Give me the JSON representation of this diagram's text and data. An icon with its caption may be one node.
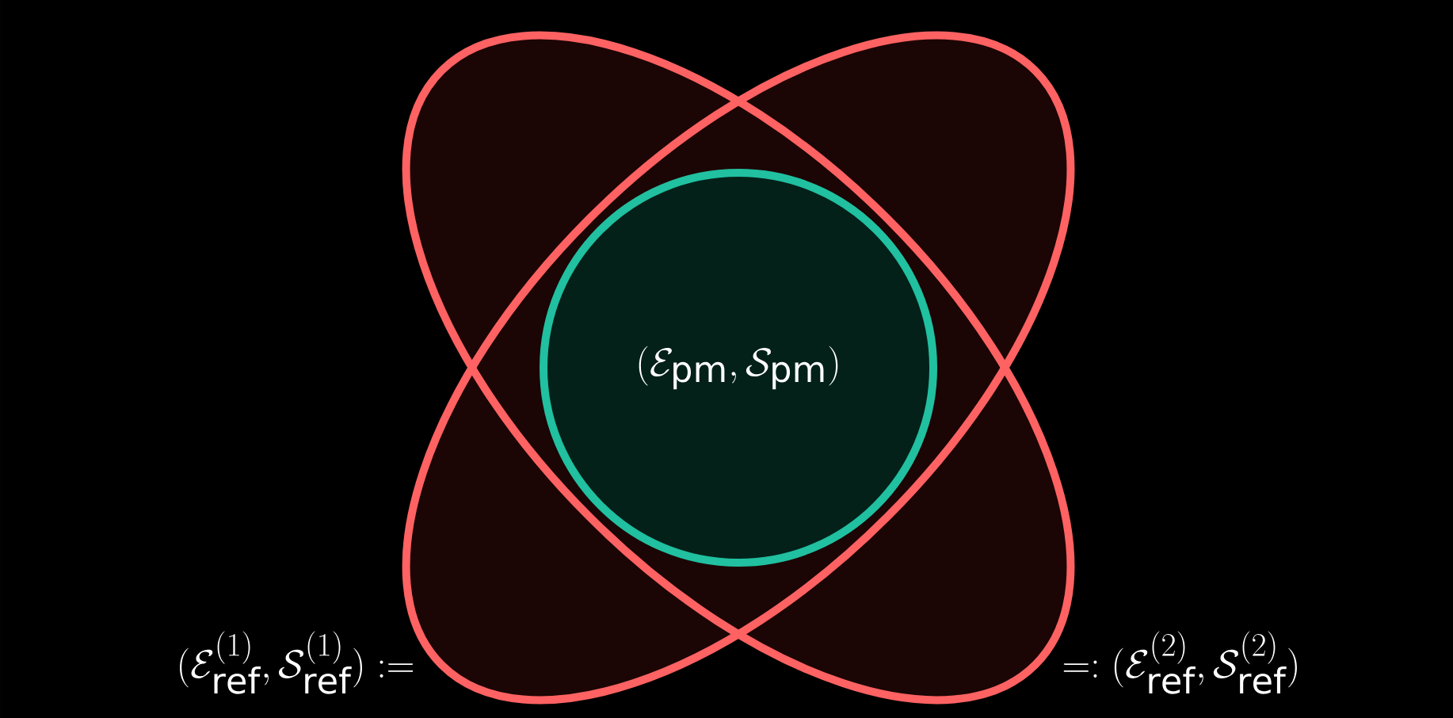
{
  "diagram": {
    "nodes": [
      {
        "text": [],
        "shape": "ellipse",
        "beside": [
          "(\\mathcal{E}_{\\mathrm{ref}}^{(1)}, \\mathcal{S}_{\\mathrm{ref}}^{(1)}) :="
        ]
      },
      {
        "text": [],
        "shape": "ellipse",
        "beside": [
          "=: (\\mathcal{E}_{\\mathrm{ref}}^{(2)}, \\mathcal{S}_{\\mathrm{ref}}^{(2)})"
        ]
      },
      {
        "text": [
          "(\\mathcal{E}_{\\mathrm{pm}}, \\mathcal{S}_{\\mathrm{pm}})"
        ]
      }
    ]
  }
}
